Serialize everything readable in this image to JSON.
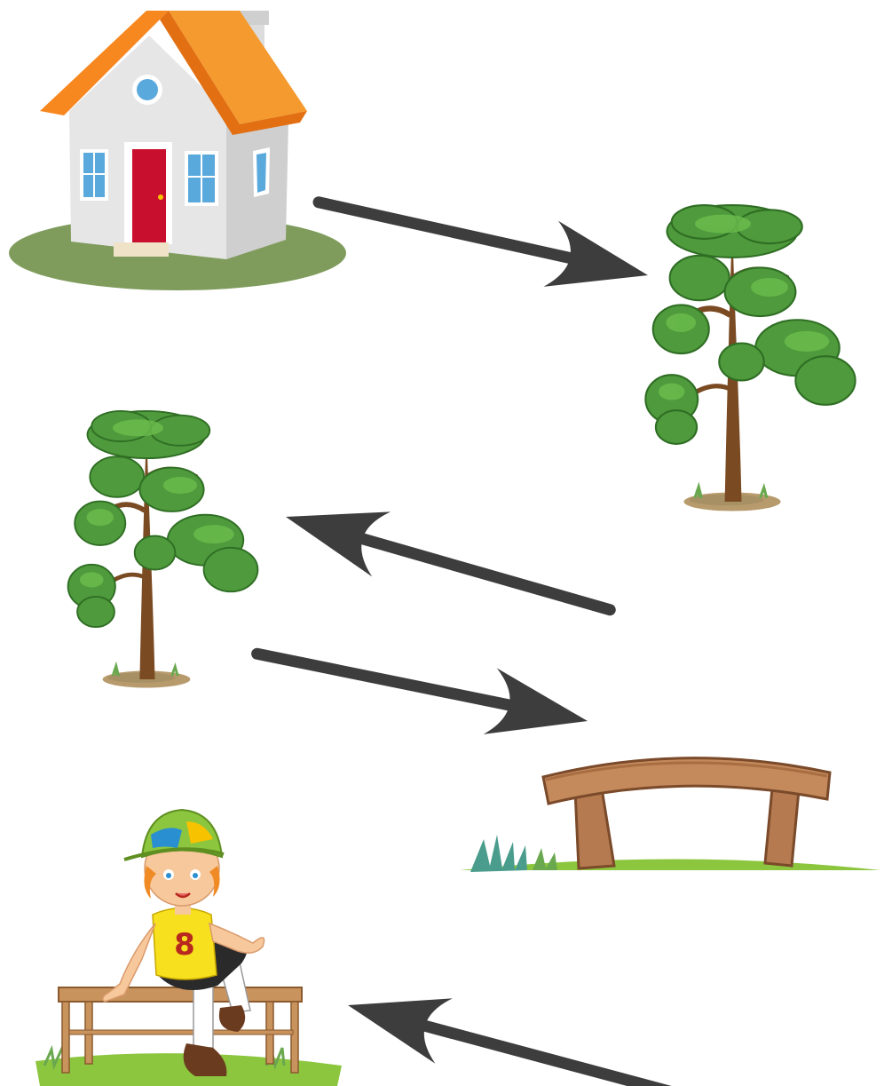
{
  "diagram": {
    "type": "picture-sequence",
    "steps": [
      {
        "name": "house",
        "icon": "house-icon"
      },
      {
        "name": "tree",
        "icon": "tree-icon"
      },
      {
        "name": "tree",
        "icon": "tree-icon"
      },
      {
        "name": "bridge",
        "icon": "bridge-icon"
      },
      {
        "name": "boy-on-bench",
        "icon": "boy-on-bench-icon"
      }
    ],
    "boy_shirt_number": "8",
    "colors": {
      "arrow": "#3d3d3d",
      "roof": "#f7871f",
      "door": "#c8102e",
      "house_wall": "#e6e6e6",
      "ground": "#7f9c5c",
      "foliage": "#4f9a3c",
      "trunk": "#7a4a22",
      "bridge": "#b57a4f",
      "shirt": "#f7e01e",
      "cap": "#8cc63f"
    }
  }
}
